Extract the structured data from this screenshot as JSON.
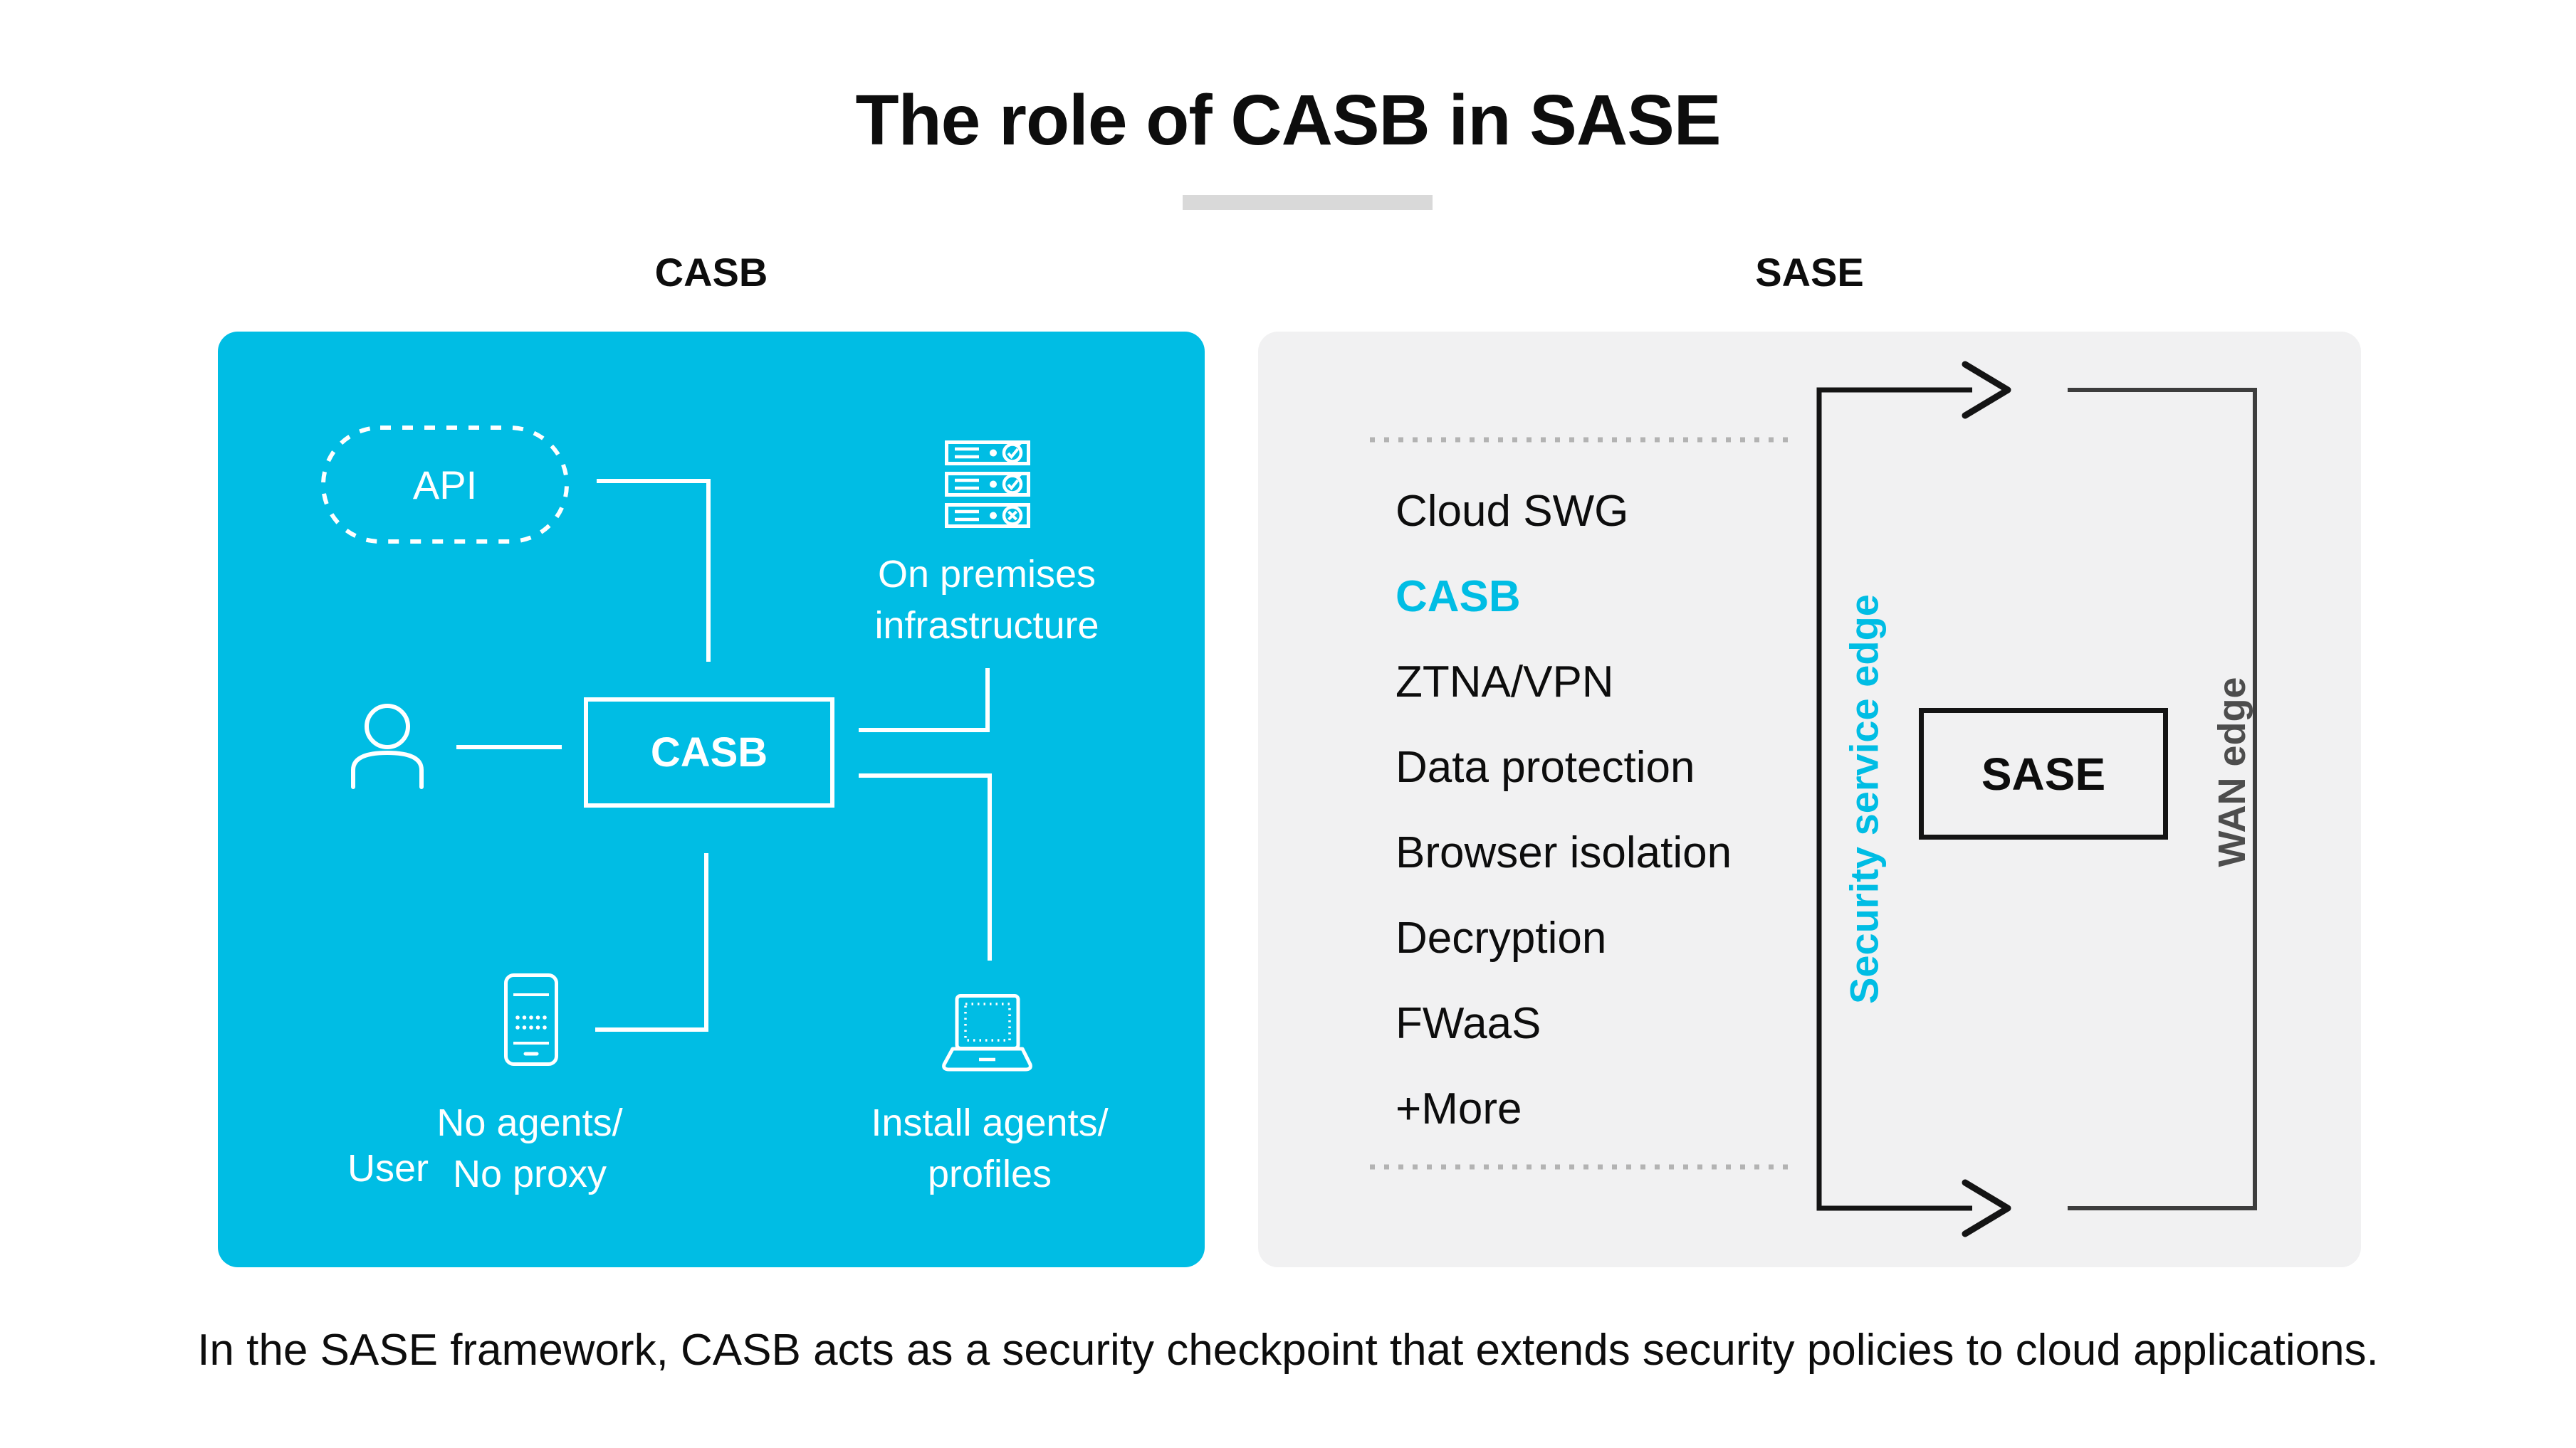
{
  "title": "The role of CASB in SASE",
  "caption": "In the SASE framework, CASB acts as a security checkpoint that extends security policies to cloud applications.",
  "colors": {
    "accent": "#00bde4",
    "panel-gray": "#f1f1f2",
    "ink": "#0d0d0d",
    "bracket-dark": "#141414",
    "bracket-gray": "#3d3d3d",
    "wan-gray": "#4d4d4d",
    "dot-gray": "#b3b3b3",
    "bar-gray": "#d9d9d9"
  },
  "casb_panel": {
    "heading": "CASB",
    "api_label": "API",
    "box_label": "CASB",
    "user_label": "User",
    "on_premises_line1": "On premises",
    "on_premises_line2": "infrastructure",
    "no_agents_line1": "No agents/",
    "no_agents_line2": "No proxy",
    "install_line1": "Install agents/",
    "install_line2": "profiles"
  },
  "sase_panel": {
    "heading": "SASE",
    "services": [
      "Cloud SWG",
      "CASB",
      "ZTNA/VPN",
      "Data protection",
      "Browser isolation",
      "Decryption",
      "FWaaS",
      "+More"
    ],
    "highlighted_service": "CASB",
    "box_label": "SASE",
    "left_bracket_label": "Security service edge",
    "right_bracket_label": "WAN edge"
  }
}
